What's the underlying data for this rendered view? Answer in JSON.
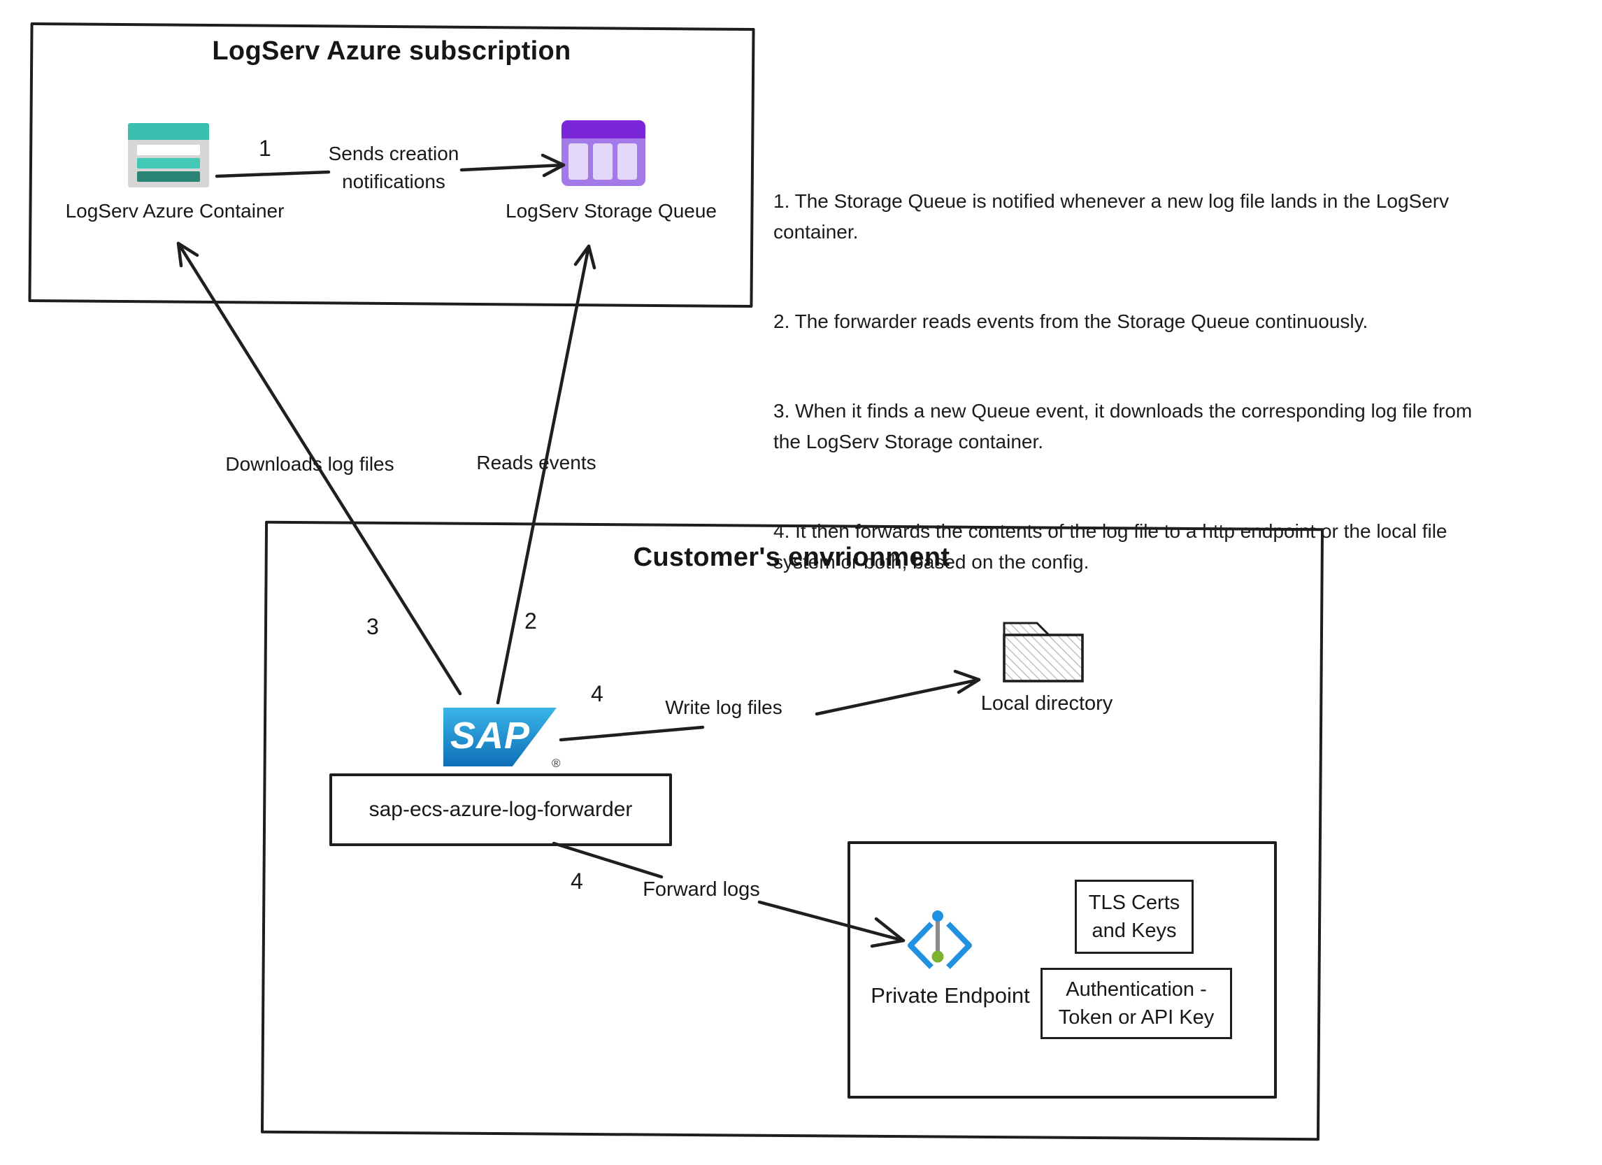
{
  "top_box": {
    "title": "LogServ Azure subscription",
    "container_label": "LogServ Azure Container",
    "queue_label": "LogServ Storage Queue"
  },
  "connector1": {
    "number": "1",
    "label": "Sends creation\nnotifications"
  },
  "notes": [
    "1. The Storage Queue is notified whenever a new log file lands in the LogServ\ncontainer.",
    "2. The forwarder reads events from the Storage Queue continuously.",
    "3. When it finds a new Queue event, it downloads the corresponding log file from\nthe LogServ Storage container.",
    "4. It then forwards the contents of the log file to a http endpoint or the local file\nsystem or both, based on the config."
  ],
  "mid_arrows": {
    "downloads_label": "Downloads log files",
    "downloads_number": "3",
    "reads_label": "Reads events",
    "reads_number": "2"
  },
  "customer_box": {
    "title": "Customer's envrionment",
    "sap_logo_text": "SAP",
    "sap_registered_mark": "®",
    "forwarder_label": "sap-ecs-azure-log-forwarder",
    "write_number": "4",
    "write_label": "Write log files",
    "local_directory_label": "Local directory",
    "forward_number": "4",
    "forward_label": "Forward logs",
    "private_endpoint_label": "Private Endpoint",
    "tls_box_label": "TLS Certs\nand Keys",
    "auth_box_label": "Authentication -\nToken or API Key"
  },
  "icons": {
    "container": "azure-storage-container-icon",
    "queue": "azure-storage-queue-icon",
    "sap": "sap-logo",
    "folder": "local-directory-folder-icon",
    "private_endpoint": "azure-private-endpoint-icon"
  },
  "colors": {
    "line": "#1f1f1f",
    "teal_header": "#3ac0ae",
    "teal_row": "#41c9b6",
    "teal_dark_row": "#2b8577",
    "icon_body_gray": "#d6d6d6",
    "purple_header": "#7c26d9",
    "purple_body": "#a47ae8",
    "purple_cell": "#e3d8f7",
    "sap_blue_top": "#3ab5e8",
    "sap_blue_bottom": "#0e6fb7",
    "endpoint_blue": "#2090e0",
    "endpoint_green": "#7db32e",
    "endpoint_gray": "#8a8a8a"
  }
}
